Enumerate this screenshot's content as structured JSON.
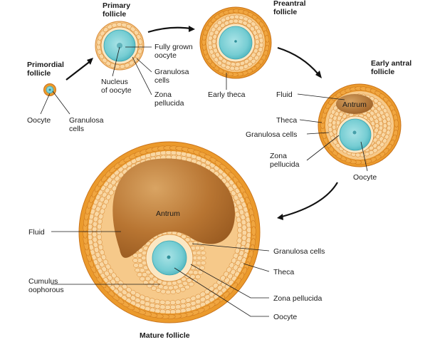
{
  "colors": {
    "theca": "#eb9a2c",
    "theca_dark": "#c9731a",
    "granulosa": "#f6c98a",
    "granulosa_cell_edge": "#d88a35",
    "zona": "#fbe7c3",
    "oocyte": "#7fd0d6",
    "oocyte_edge": "#3aa6b3",
    "nucleus": "#2e8f9a",
    "antrum": "#bd7d36",
    "arrow": "#111111"
  },
  "labels": {
    "primordial_title": [
      "Primordial",
      "follicle"
    ],
    "primordial_oocyte": "Oocyte",
    "primordial_granulosa": [
      "Granulosa",
      "cells"
    ],
    "primary_title": [
      "Primary",
      "follicle"
    ],
    "fully_grown_oocyte": [
      "Fully grown",
      "oocyte"
    ],
    "primary_nucleus": [
      "Nucleus",
      "of oocyte"
    ],
    "primary_granulosa": [
      "Granulosa",
      "cells"
    ],
    "primary_zona": [
      "Zona",
      "pellucida"
    ],
    "preantral_title": [
      "Preantral",
      "follicle"
    ],
    "early_theca": "Early theca",
    "early_antral_title": [
      "Early antral",
      "follicle"
    ],
    "ea_fluid": "Fluid",
    "ea_antrum": "Antrum",
    "ea_theca": "Theca",
    "ea_granulosa": "Granulosa cells",
    "ea_zona": [
      "Zona",
      "pellucida"
    ],
    "ea_oocyte": "Oocyte",
    "mature_antrum": "Antrum",
    "mature_fluid": "Fluid",
    "mature_cumulus": [
      "Cumulus",
      "oophorous"
    ],
    "mature_granulosa": "Granulosa cells",
    "mature_theca": "Theca",
    "mature_zona": "Zona pellucida",
    "mature_oocyte": "Oocyte",
    "mature_title": "Mature follicle"
  }
}
